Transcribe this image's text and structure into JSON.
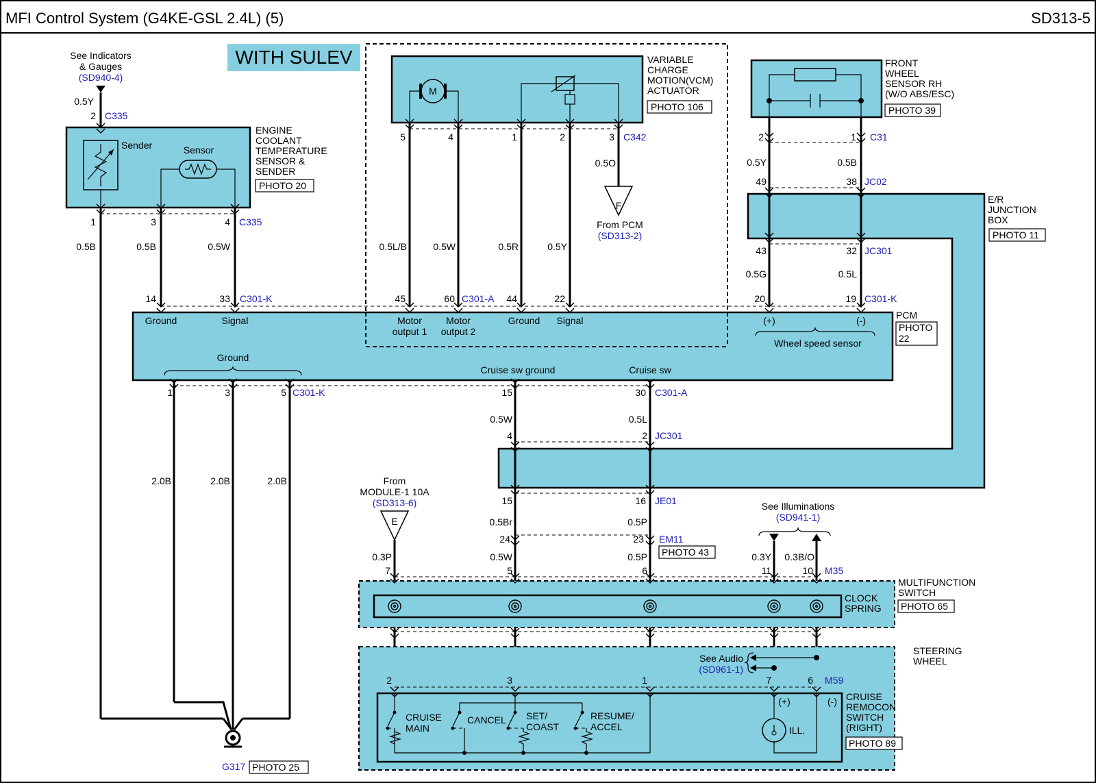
{
  "header": {
    "title": "MFI Control System (G4KE-GSL 2.4L) (5)",
    "code": "SD313-5"
  },
  "variant": "WITH SULEV",
  "indicators": {
    "line1": "See Indicators",
    "line2": "& Gauges",
    "ref": "(SD940-4)",
    "wire": "0.5Y",
    "pin": "2",
    "conn": "C335"
  },
  "ect": {
    "name": [
      "ENGINE",
      "COOLANT",
      "TEMPERATURE",
      "SENSOR &",
      "SENDER"
    ],
    "photo": "PHOTO 20",
    "sender": "Sender",
    "sensor": "Sensor",
    "conn": "C335",
    "pins": [
      "1",
      "3",
      "4"
    ],
    "wires": [
      "0.5B",
      "0.5B",
      "0.5W"
    ]
  },
  "vcm": {
    "name": [
      "VARIABLE",
      "CHARGE",
      "MOTION(VCM)",
      "ACTUATOR"
    ],
    "photo": "PHOTO 106",
    "motor": "M",
    "conn": "C342",
    "pins": [
      "5",
      "4",
      "1",
      "2",
      "3"
    ],
    "wires": [
      "0.5L/B",
      "0.5W",
      "0.5R",
      "0.5Y"
    ],
    "f_wire": "0.5O",
    "f_letter": "F",
    "f_from": "From PCM",
    "f_ref": "(SD313-2)"
  },
  "fws": {
    "name": [
      "FRONT",
      "WHEEL",
      "SENSOR RH",
      "(W/O ABS/ESC)"
    ],
    "photo": "PHOTO 39",
    "conn": "C31",
    "pins": [
      "2",
      "1"
    ],
    "wires": [
      "0.5Y",
      "0.5B"
    ],
    "jc02": "JC02",
    "jc02_pins": [
      "49",
      "38"
    ],
    "jc301": "JC301",
    "jc301_pins": [
      "43",
      "32"
    ],
    "wires2": [
      "0.5G",
      "0.5L"
    ]
  },
  "erbox": {
    "name": [
      "E/R",
      "JUNCTION",
      "BOX"
    ],
    "photo": "PHOTO 11"
  },
  "pcm": {
    "photo_l1": "PHOTO",
    "photo_l2": "22",
    "name": "PCM",
    "conn_k": "C301-K",
    "conn_a": "C301-A",
    "top_pins": [
      "14",
      "33",
      "45",
      "60",
      "44",
      "22",
      "20",
      "19"
    ],
    "labels": {
      "ground": "Ground",
      "signal": "Signal",
      "motor1a": "Motor",
      "motor1b": "output 1",
      "motor2a": "Motor",
      "motor2b": "output 2",
      "ground2": "Ground",
      "signal2": "Signal",
      "plus": "(+)",
      "minus": "(-)",
      "wss": "Wheel speed sensor",
      "ground_bottom": "Ground",
      "cruise_gnd": "Cruise sw ground",
      "cruise_sw": "Cruise sw"
    },
    "bottom_pins": [
      "1",
      "3",
      "5",
      "15",
      "30"
    ],
    "conn_k_bottom": "C301-K",
    "conn_a_bottom": "C301-A"
  },
  "ground": {
    "wires": [
      "2.0B",
      "2.0B",
      "2.0B"
    ],
    "point": "G317",
    "photo": "PHOTO 25"
  },
  "cruise_path": {
    "wires1": [
      "0.5W",
      "0.5L"
    ],
    "jc301": "JC301",
    "jc301_pins": [
      "4",
      "2"
    ],
    "je01": "JE01",
    "je01_pins": [
      "15",
      "16"
    ],
    "wires2": [
      "0.5Br",
      "0.5P"
    ],
    "em11": "EM11",
    "em11_pins": [
      "24",
      "23"
    ],
    "em11_photo": "PHOTO 43",
    "wires3": [
      "0.5W",
      "0.5P"
    ]
  },
  "module": {
    "line1": "From",
    "line2": "MODULE-1 10A",
    "ref": "(SD313-6)",
    "letter": "E",
    "wire": "0.3P"
  },
  "illum": {
    "label": "See Illuminations",
    "ref": "(SD941-1)",
    "wires": [
      "0.3Y",
      "0.3B/O"
    ]
  },
  "m35": {
    "conn": "M35",
    "pins": [
      "7",
      "5",
      "6",
      "11",
      "10"
    ]
  },
  "multifunction": {
    "name": [
      "MULTIFUNCTION",
      "SWITCH"
    ],
    "clock": [
      "CLOCK",
      "SPRING"
    ],
    "photo": "PHOTO 65"
  },
  "steering": {
    "name": [
      "STEERING",
      "WHEEL"
    ]
  },
  "audio": {
    "label": "See Audio",
    "ref": "(SD961-1)"
  },
  "m59": {
    "conn": "M59",
    "pins": [
      "2",
      "3",
      "1",
      "7",
      "6"
    ]
  },
  "cruise_switch": {
    "name": [
      "CRUISE",
      "REMOCON",
      "SWITCH",
      "(RIGHT)"
    ],
    "photo": "PHOTO 89",
    "sw1": [
      "CRUISE",
      "MAIN"
    ],
    "sw2": "CANCEL",
    "sw3": [
      "SET/",
      "COAST"
    ],
    "sw4": [
      "RESUME/",
      "ACCEL"
    ],
    "ill": "ILL.",
    "plus": "(+)",
    "minus": "(-)"
  }
}
